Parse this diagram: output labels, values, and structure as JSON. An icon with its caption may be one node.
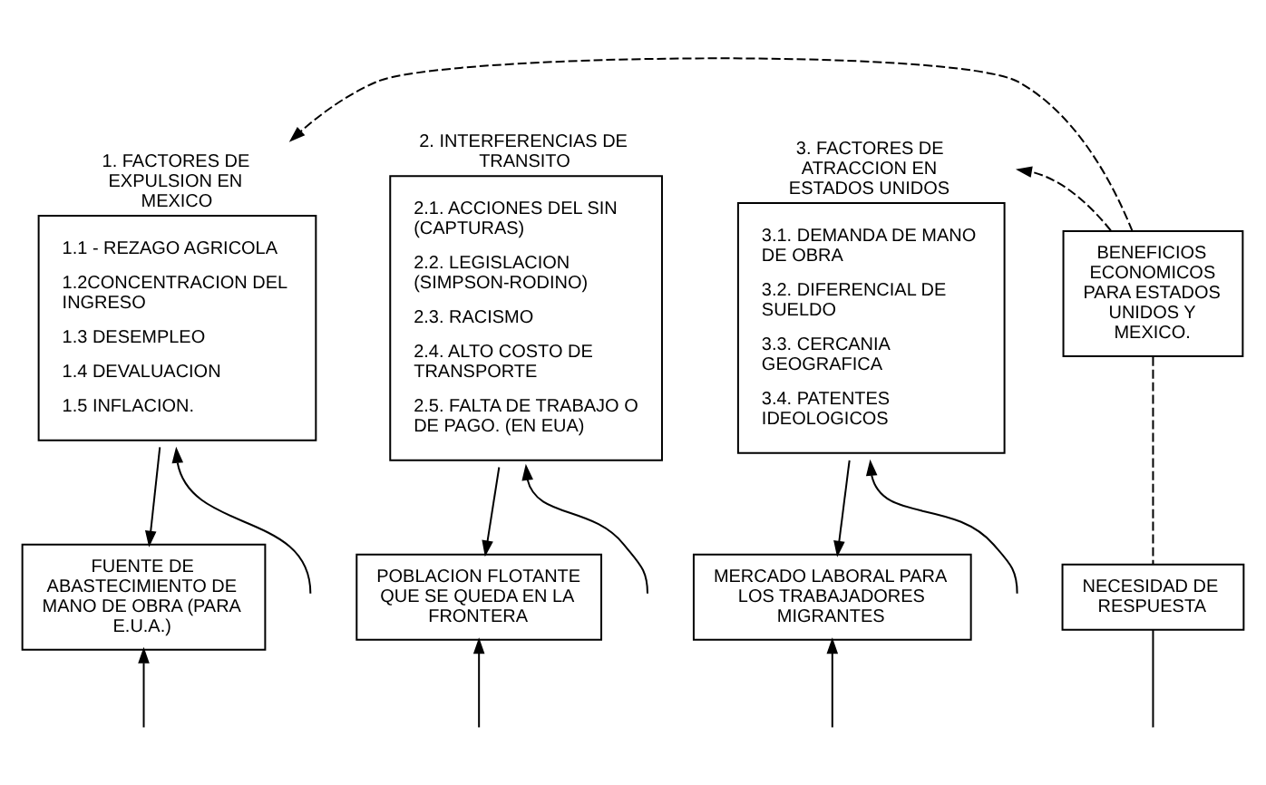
{
  "diagram": {
    "nodes": [
      {
        "text": [
          "1. FACTORES DE EXPULSION EN MEXICO",
          "1.1 - REZAGO AGRICOLA",
          "1.2CONCENTRACION DEL INGRESO",
          "1.3 DESEMPLEO",
          "1.4 DEVALUACION",
          "1.5 INFLACION."
        ]
      },
      {
        "text": [
          "2. INTERFERENCIAS DE TRANSITO",
          "2.1. ACCIONES DEL SIN (CAPTURAS)",
          "2.2. LEGISLACION (SIMPSON-RODINO)",
          "2.3. RACISMO",
          "2.4. ALTO COSTO DE TRANSPORTE",
          "2.5. FALTA DE TRABAJO O DE PAGO. (EN EUA)"
        ]
      },
      {
        "text": [
          "3. FACTORES DE ATRACCION EN ESTADOS UNIDOS",
          "3.1. DEMANDA DE MANO DE OBRA",
          "3.2. DIFERENCIAL DE SUELDO",
          "3.3. CERCANIA GEOGRAFICA",
          "3.4. PATENTES IDEOLOGICOS"
        ]
      },
      {
        "text": [
          "BENEFICIOS ECONOMICOS PARA ESTADOS UNIDOS Y MEXICO."
        ]
      },
      {
        "text": [
          "FUENTE DE ABASTECIMIENTO DE MANO DE OBRA (PARA E.U.A.)"
        ]
      },
      {
        "text": [
          "POBLACION FLOTANTE QUE SE QUEDA EN LA FRONTERA"
        ]
      },
      {
        "text": [
          "MERCADO LABORAL PARA LOS TRABAJADORES MIGRANTES"
        ]
      },
      {
        "text": [
          "NECESIDAD DE RESPUESTA"
        ]
      }
    ],
    "edges": [
      {
        "from": 3,
        "to": 0,
        "arrow": "to",
        "style": "dashed"
      },
      {
        "from": 3,
        "to": 2,
        "arrow": "to",
        "style": "dashed"
      },
      {
        "from": 0,
        "to": 4,
        "arrow": "to"
      },
      {
        "from": 1,
        "to": 5,
        "arrow": "to"
      },
      {
        "from": 2,
        "to": 6,
        "arrow": "to"
      },
      {
        "from": 3,
        "to": 7,
        "arrow": "none",
        "style": "dashed"
      },
      {
        "from": null,
        "to": 0,
        "arrow": "to"
      },
      {
        "from": null,
        "to": 1,
        "arrow": "to"
      },
      {
        "from": null,
        "to": 2,
        "arrow": "to"
      },
      {
        "from": null,
        "to": 4,
        "arrow": "to"
      },
      {
        "from": null,
        "to": 5,
        "arrow": "to"
      },
      {
        "from": null,
        "to": 6,
        "arrow": "to"
      },
      {
        "from": 7,
        "to": null,
        "arrow": "none"
      }
    ]
  }
}
